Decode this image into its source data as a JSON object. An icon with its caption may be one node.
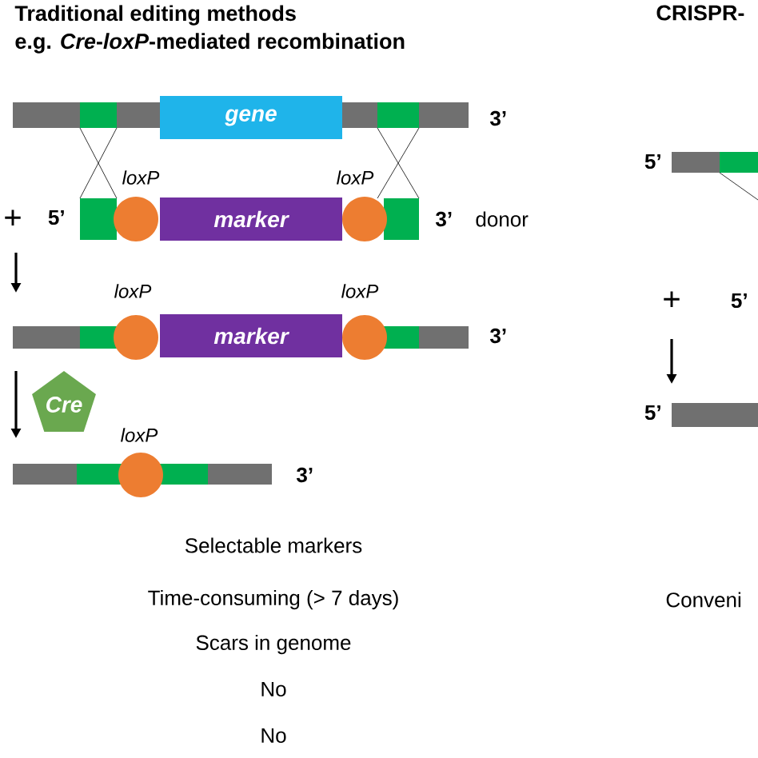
{
  "diagram": {
    "title": "Traditional editing methods",
    "nodes": [
      {
        "text": [
          "gene"
        ]
      },
      {
        "text": [
          "marker"
        ]
      },
      {
        "text": [
          "marker"
        ]
      },
      {
        "text": [
          "Cre"
        ]
      }
    ],
    "edges": [],
    "labels": [
      "e.g. *Cre*-*loxP*-mediated recombination",
      "CRISPR-",
      "3’",
      "5’",
      "loxP",
      "loxP",
      "+",
      "5’",
      "3’",
      "donor",
      "+",
      "5’",
      "loxP",
      "loxP",
      "3’",
      "5’",
      "loxP",
      "3’",
      "Selectable markers",
      "Time-consuming (> 7 days)",
      "Conveni",
      "Scars in genome",
      "No",
      "No"
    ]
  }
}
